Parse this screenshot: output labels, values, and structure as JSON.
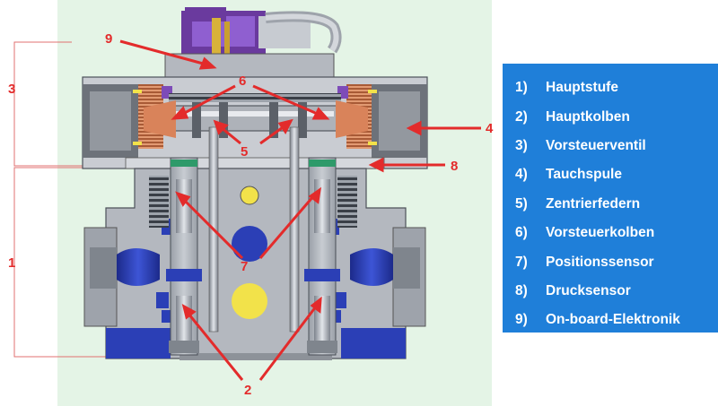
{
  "callouts": {
    "c1": "1",
    "c2": "2",
    "c3": "3",
    "c4": "4",
    "c5": "5",
    "c6": "6",
    "c7": "7",
    "c8": "8",
    "c9": "9"
  },
  "legend": {
    "items": [
      {
        "num": "1)",
        "label": "Hauptstufe"
      },
      {
        "num": "2)",
        "label": "Hauptkolben"
      },
      {
        "num": "3)",
        "label": "Vorsteuerventil"
      },
      {
        "num": "4)",
        "label": "Tauchspule"
      },
      {
        "num": "5)",
        "label": "Zentrierfedern"
      },
      {
        "num": "6)",
        "label": "Vorsteuerkolben"
      },
      {
        "num": "7)",
        "label": "Positionssensor"
      },
      {
        "num": "8)",
        "label": "Drucksensor"
      },
      {
        "num": "9)",
        "label": "On-board-Elektronik"
      }
    ]
  },
  "colors": {
    "legend_background": "#1f7fd9",
    "callout_red": "#e32b2b",
    "background_mint": "#e4f4e6",
    "body_grey": "#b4b8bf",
    "passage_blue": "#2b3fb6",
    "accent_yellow": "#f2e24a",
    "electronics_purple": "#7d4bb8",
    "coil_copper": "#d9835a"
  }
}
